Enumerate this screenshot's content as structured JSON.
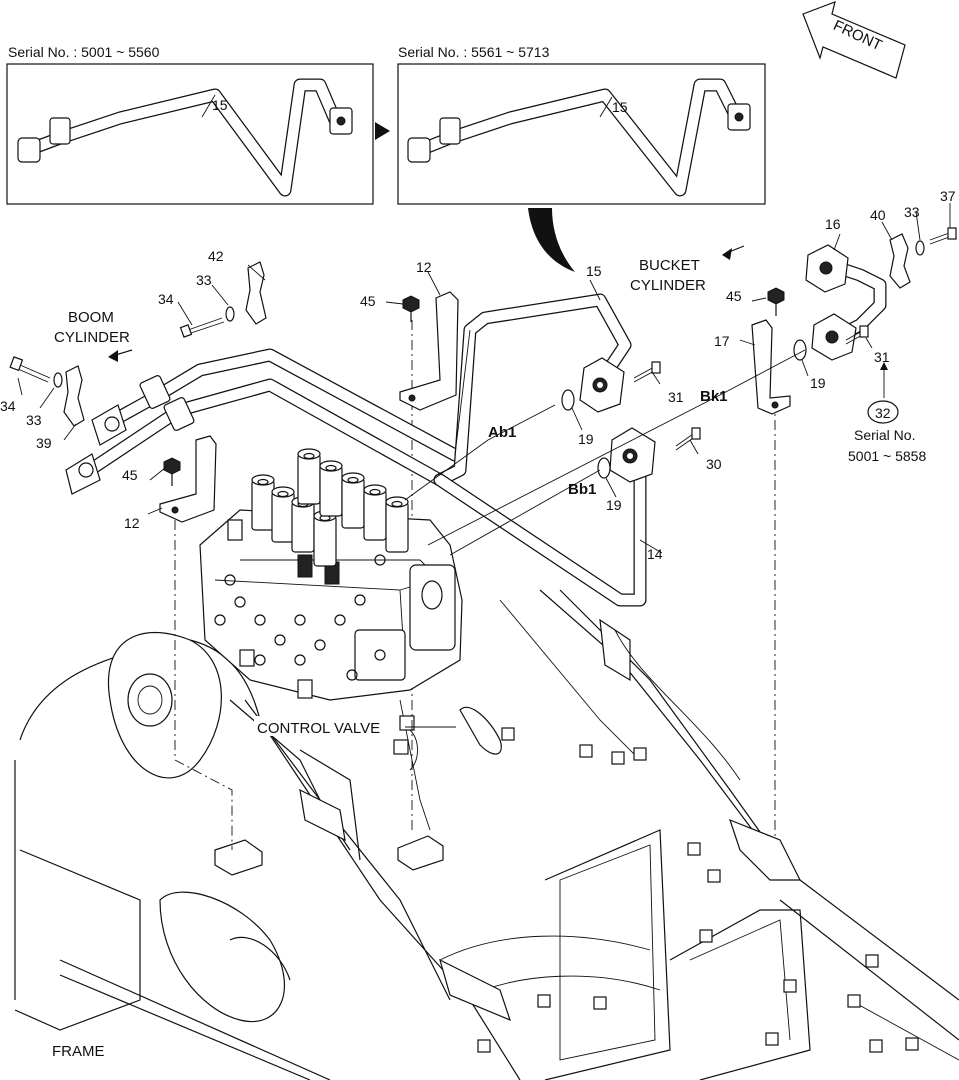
{
  "insets": [
    {
      "serial_label": "Serial No. : 5001 ~ 5560",
      "part": "15"
    },
    {
      "serial_label": "Serial No. : 5561 ~ 5713",
      "part": "15"
    }
  ],
  "front_label": "FRONT",
  "cylinder_labels": {
    "boom_line1": "BOOM",
    "boom_line2": "CYLINDER",
    "bucket_line1": "BUCKET",
    "bucket_line2": "CYLINDER"
  },
  "port_labels": {
    "ab1": "Ab1",
    "bb1": "Bb1",
    "bk1": "Bk1"
  },
  "part_numbers": {
    "p12_top": "12",
    "p12_left": "12",
    "p14": "14",
    "p15_main": "15",
    "p16": "16",
    "p17": "17",
    "p19_a": "19",
    "p19_b": "19",
    "p19_c": "19",
    "p30": "30",
    "p31_a": "31",
    "p31_b": "31",
    "p32": "32",
    "p33_a": "33",
    "p33_b": "33",
    "p33_c": "33",
    "p34_a": "34",
    "p34_b": "34",
    "p37": "37",
    "p39": "39",
    "p40": "40",
    "p42": "42",
    "p45_a": "45",
    "p45_b": "45",
    "p45_c": "45"
  },
  "serial_note": {
    "line1": "Serial No.",
    "line2": "5001 ~ 5858"
  },
  "control_valve_label": "CONTROL VALVE",
  "frame_label": "FRAME"
}
